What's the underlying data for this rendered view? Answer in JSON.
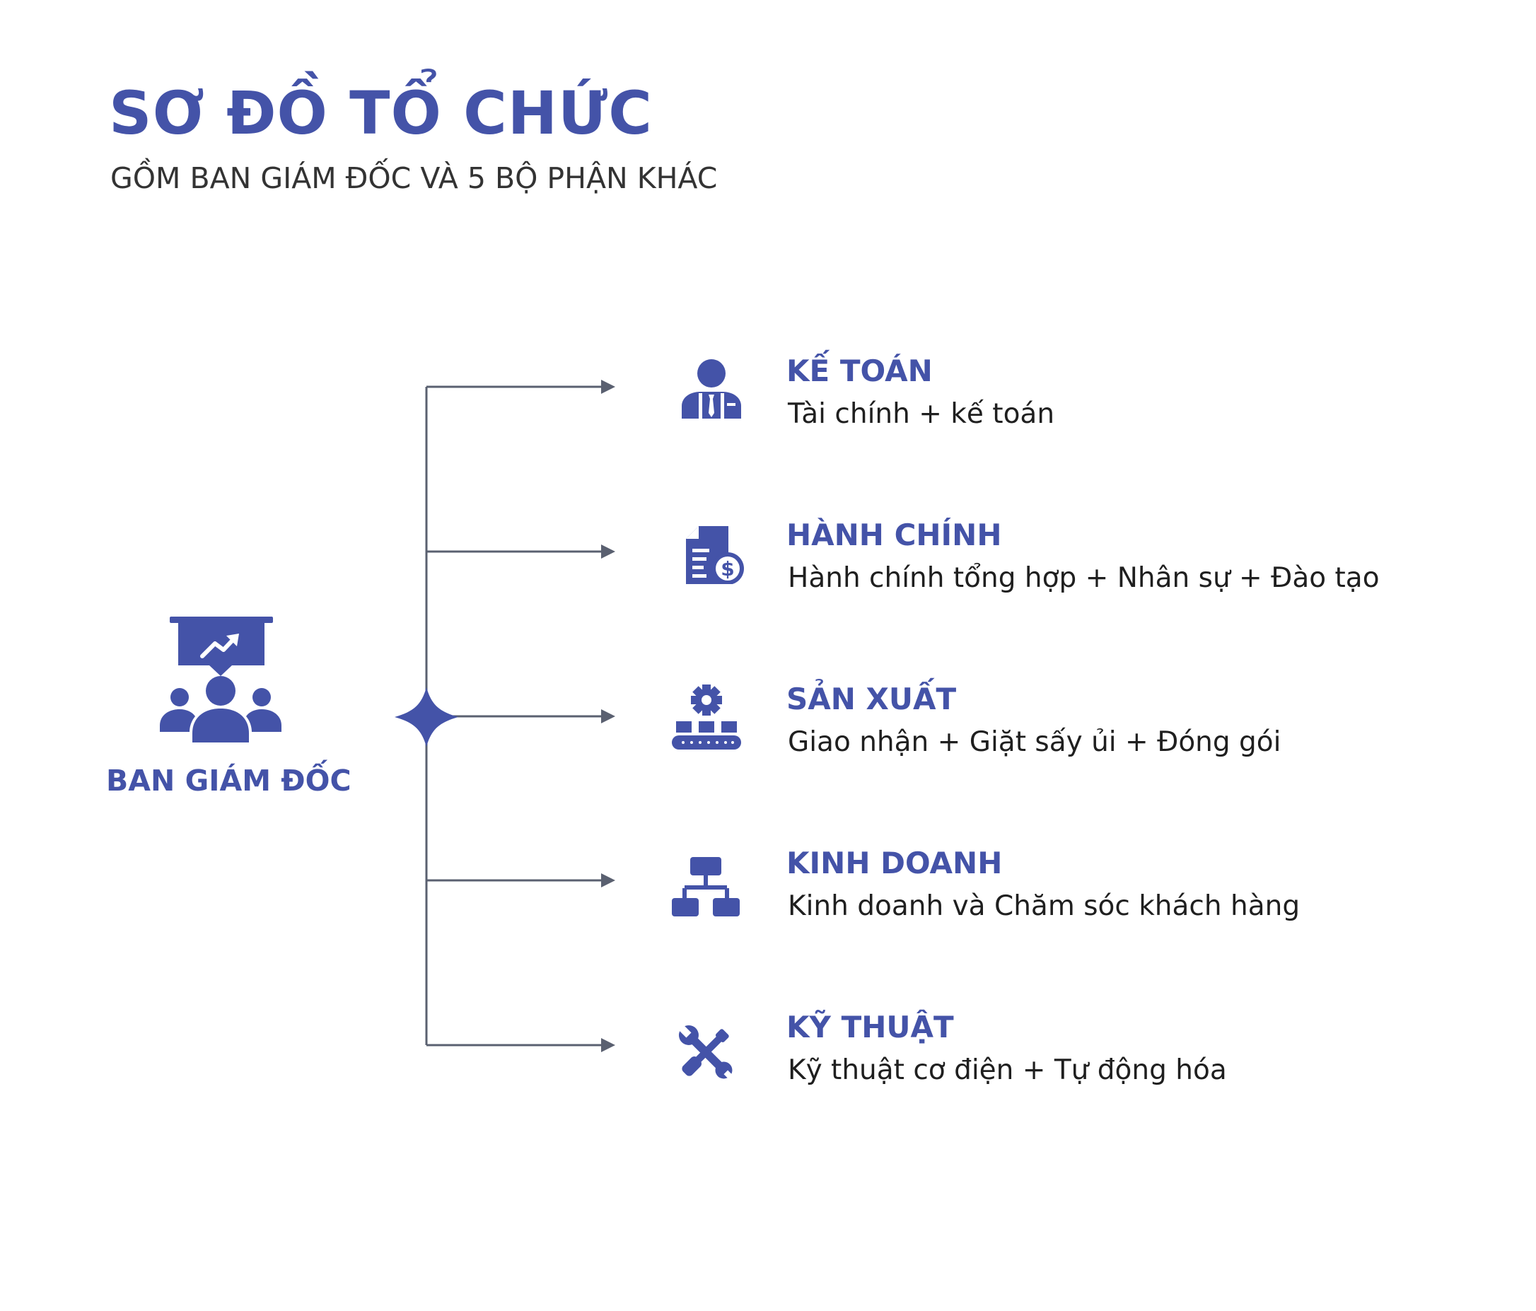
{
  "header": {
    "title": "SƠ ĐỒ TỔ CHỨC",
    "subtitle": "GỒM BAN GIÁM ĐỐC VÀ 5 BỘ PHẬN KHÁC"
  },
  "root": {
    "label": "BAN GIÁM ĐỐC",
    "icon": "presentation-team-icon"
  },
  "departments": [
    {
      "name": "KẾ TOÁN",
      "description": "Tài chính + kế toán",
      "icon": "businessman-icon"
    },
    {
      "name": "HÀNH CHÍNH",
      "description": "Hành chính tổng hợp + Nhân sự + Đào tạo",
      "icon": "finance-document-icon"
    },
    {
      "name": "SẢN XUẤT",
      "description": "Giao nhận + Giặt sấy ủi + Đóng gói",
      "icon": "production-line-icon"
    },
    {
      "name": "KINH DOANH",
      "description": "Kinh doanh và Chăm sóc khách hàng",
      "icon": "hierarchy-icon"
    },
    {
      "name": "KỸ THUẬT",
      "description": "Kỹ thuật cơ điện + Tự động hóa",
      "icon": "tools-icon"
    }
  ],
  "colors": {
    "accent": "#4453a8",
    "connector": "#5a6070",
    "text": "#1f1f1f"
  }
}
